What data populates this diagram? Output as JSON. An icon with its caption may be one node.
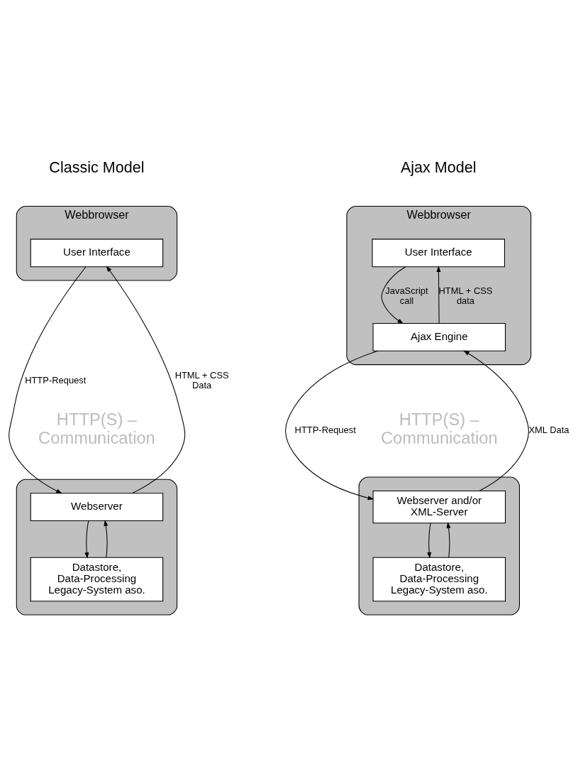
{
  "diagram": {
    "nodes": [
      {
        "text": [
          "Webbrowser"
        ]
      },
      {
        "text": [
          "User Interface"
        ],
        "in": 0
      },
      {
        "text": [],
        "shape": "box"
      },
      {
        "text": [
          "Webserver"
        ],
        "in": 2
      },
      {
        "text": [
          "Datastore, Data-Processing Legacy-System aso."
        ],
        "in": 2
      },
      {
        "text": [
          "Webbrowser"
        ]
      },
      {
        "text": [
          "User Interface"
        ],
        "in": 5
      },
      {
        "text": [
          "Ajax Engine"
        ],
        "in": 5
      },
      {
        "text": [],
        "shape": "box"
      },
      {
        "text": [
          "Webserver and/or XML-Server"
        ],
        "in": 8
      },
      {
        "text": [
          "Datastore, Data-Processing Legacy-System aso."
        ],
        "in": 8
      }
    ],
    "edges": [
      {
        "from": 1,
        "to": 3,
        "arrow": "to",
        "label": "HTTP-Request"
      },
      {
        "from": 3,
        "to": 1,
        "arrow": "to",
        "label": "HTML + CSS Data"
      },
      {
        "from": 3,
        "to": 4,
        "arrow": "to"
      },
      {
        "from": 4,
        "to": 3,
        "arrow": "to"
      },
      {
        "from": 6,
        "to": 7,
        "arrow": "to",
        "label": "JavaScript call"
      },
      {
        "from": 7,
        "to": 6,
        "arrow": "to",
        "label": "HTML + CSS data"
      },
      {
        "from": 7,
        "to": 9,
        "arrow": "to",
        "label": "HTTP-Request"
      },
      {
        "from": 9,
        "to": 7,
        "arrow": "to",
        "label": "XML Data"
      },
      {
        "from": 9,
        "to": 10,
        "arrow": "to"
      },
      {
        "from": 10,
        "to": 9,
        "arrow": "to"
      }
    ],
    "labels": [
      "Classic Model",
      "Ajax Model",
      "HTTP(S) – Communication",
      "HTTP(S) – Communication"
    ]
  }
}
